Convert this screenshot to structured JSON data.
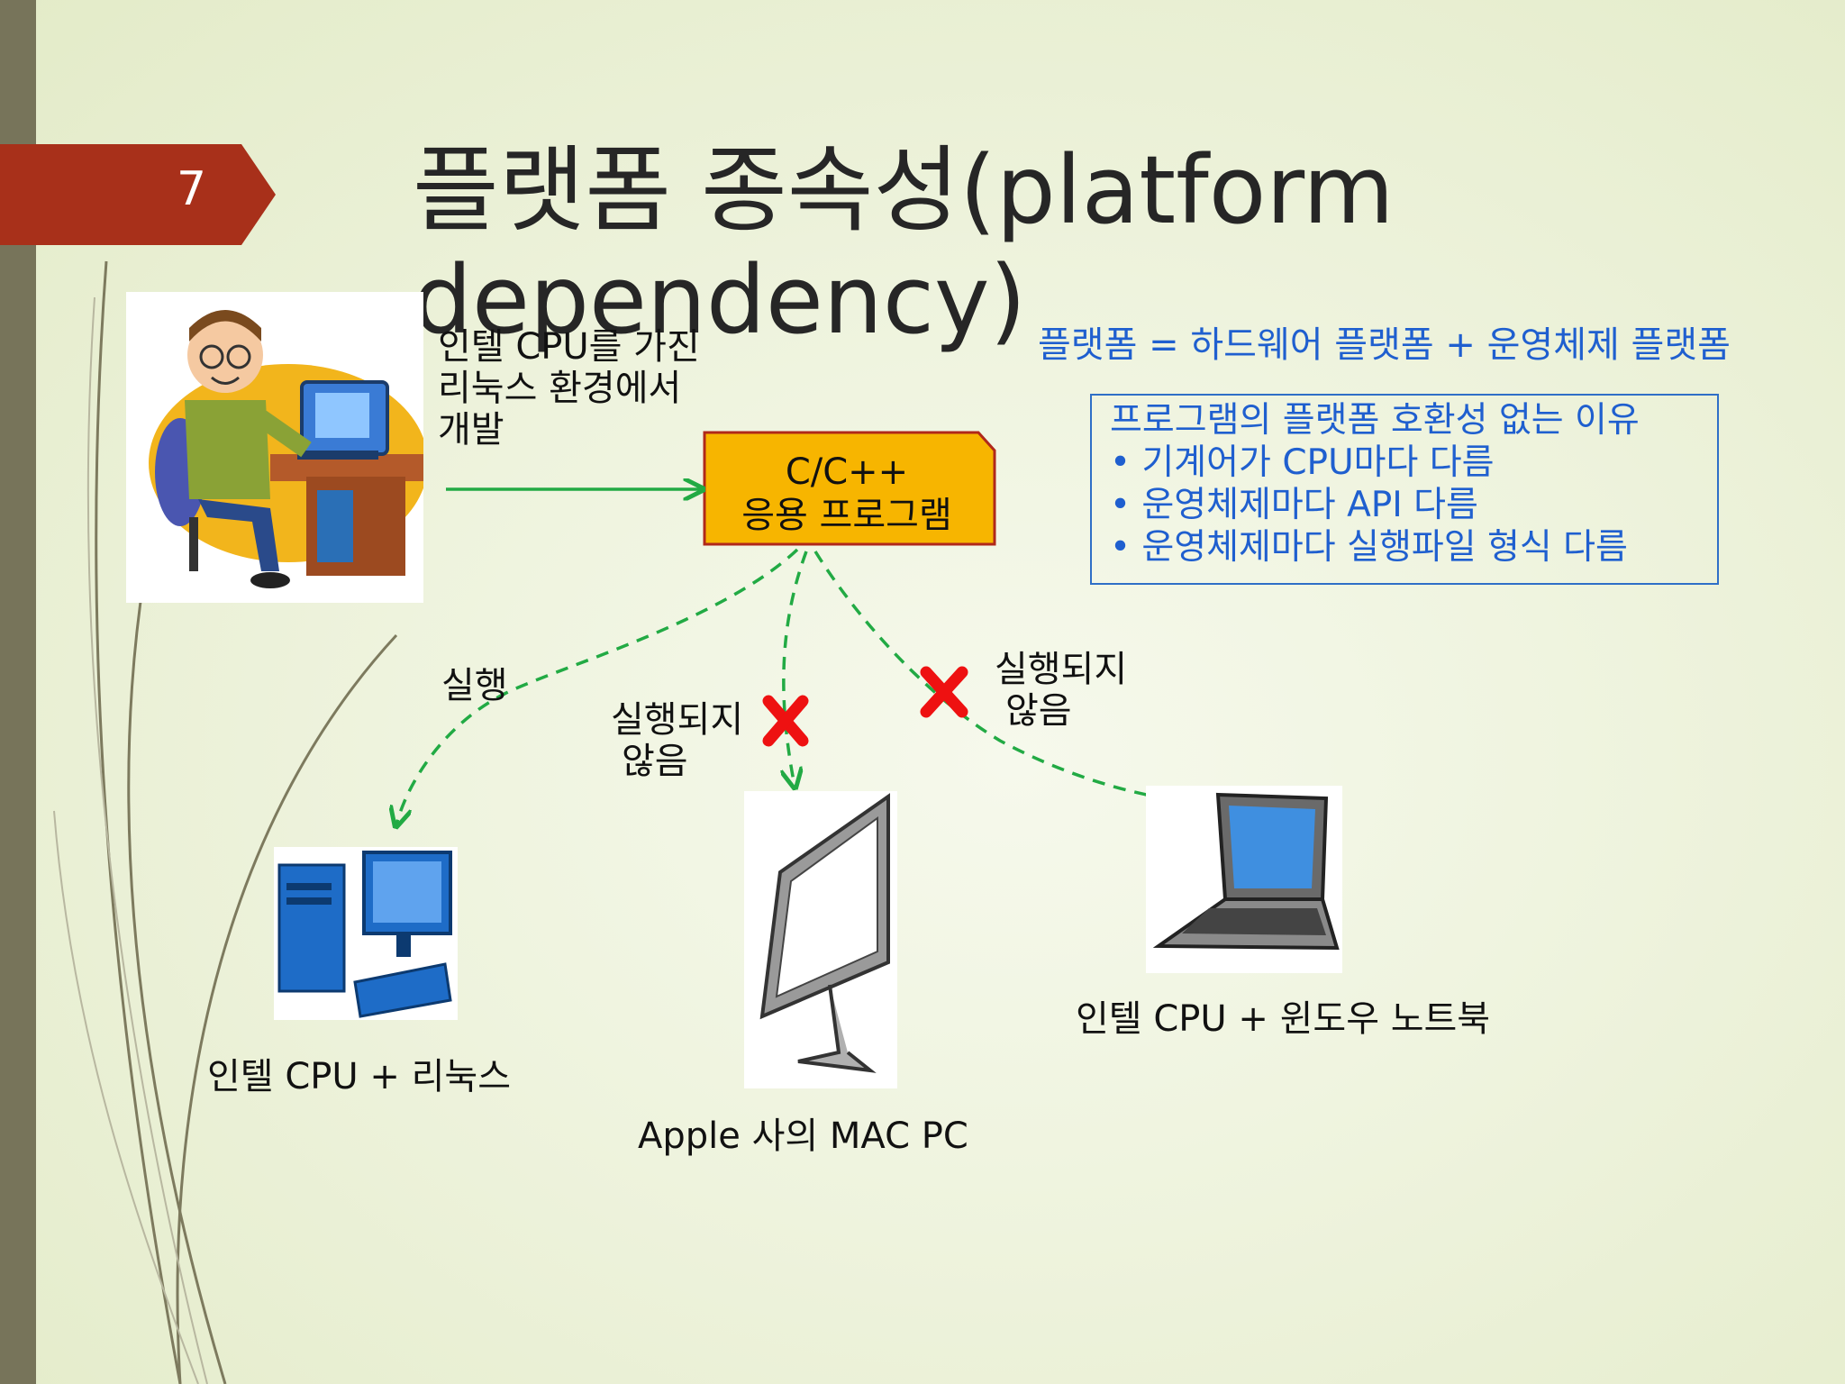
{
  "slide": {
    "number": "7"
  },
  "title": "플랫폼 종속성(platform dependency)",
  "developer_desc": [
    "인텔 CPU를 가진",
    "리눅스 환경에서",
    "개발"
  ],
  "formula": "플랫폼 = 하드웨어 플랫폼 + 운영체제 플랫폼",
  "reasons": {
    "heading": "프로그램의 플랫폼 호환성 없는 이유",
    "items": [
      "기계어가 CPU마다 다름",
      "운영체제마다 API 다름",
      "운영체제마다 실행파일 형식 다름"
    ]
  },
  "program": {
    "line1": "C/C++",
    "line2": "응용 프로그램"
  },
  "edges": {
    "linux": "실행",
    "mac": [
      "실행되지",
      "않음"
    ],
    "windows": [
      "실행되지",
      "않음"
    ]
  },
  "targets": {
    "linux": "인텔 CPU + 리눅스",
    "mac": "Apple 사의 MAC PC",
    "windows": "인텔 CPU + 윈도우 노트북"
  },
  "icons": [
    "developer-illustration",
    "desktop-pc-icon",
    "imac-monitor-icon",
    "laptop-icon",
    "red-x-icon"
  ],
  "colors": {
    "arrow": "#22aa44",
    "box_fill": "#f7b500",
    "box_border": "#b0281a",
    "blue_text": "#1f5fcf",
    "tab": "#a8301a",
    "x": "#ee1111"
  }
}
